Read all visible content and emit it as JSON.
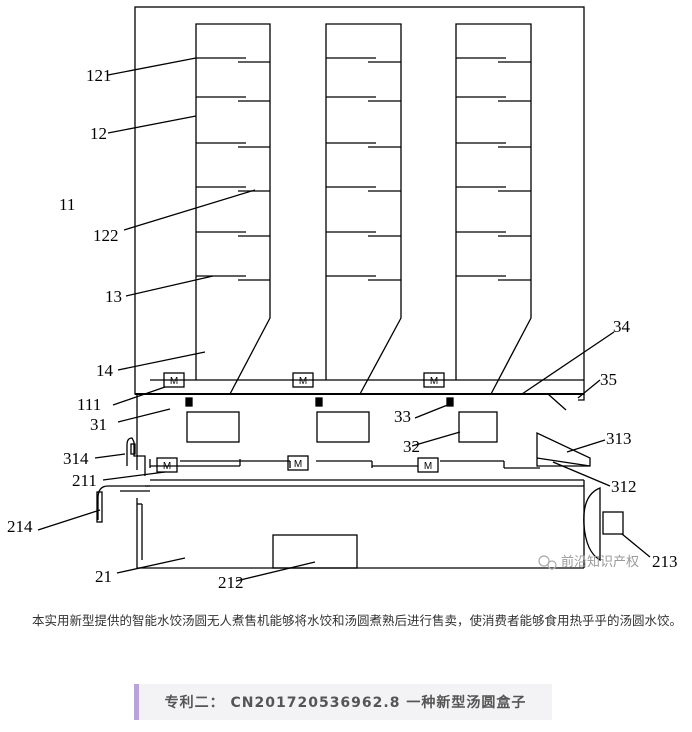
{
  "diagram": {
    "labels": {
      "l121": "121",
      "l12": "12",
      "l11": "11",
      "l122": "122",
      "l13": "13",
      "l14": "14",
      "l111": "111",
      "l31": "31",
      "l314": "314",
      "l211": "211",
      "l214": "214",
      "l21": "21",
      "l212": "212",
      "l34": "34",
      "l35": "35",
      "l33": "33",
      "l32": "32",
      "l313": "313",
      "l312": "312",
      "l213": "213"
    },
    "motor_label": "M",
    "watermark": "前沿知识产权"
  },
  "caption": "本实用新型提供的智能水饺汤圆无人煮售机能够将水饺和汤圆煮熟后进行售卖，使消费者能够食用热乎乎的汤圆水饺。",
  "patent_title": "专利二： CN201720536962.8 一种新型汤圆盒子"
}
